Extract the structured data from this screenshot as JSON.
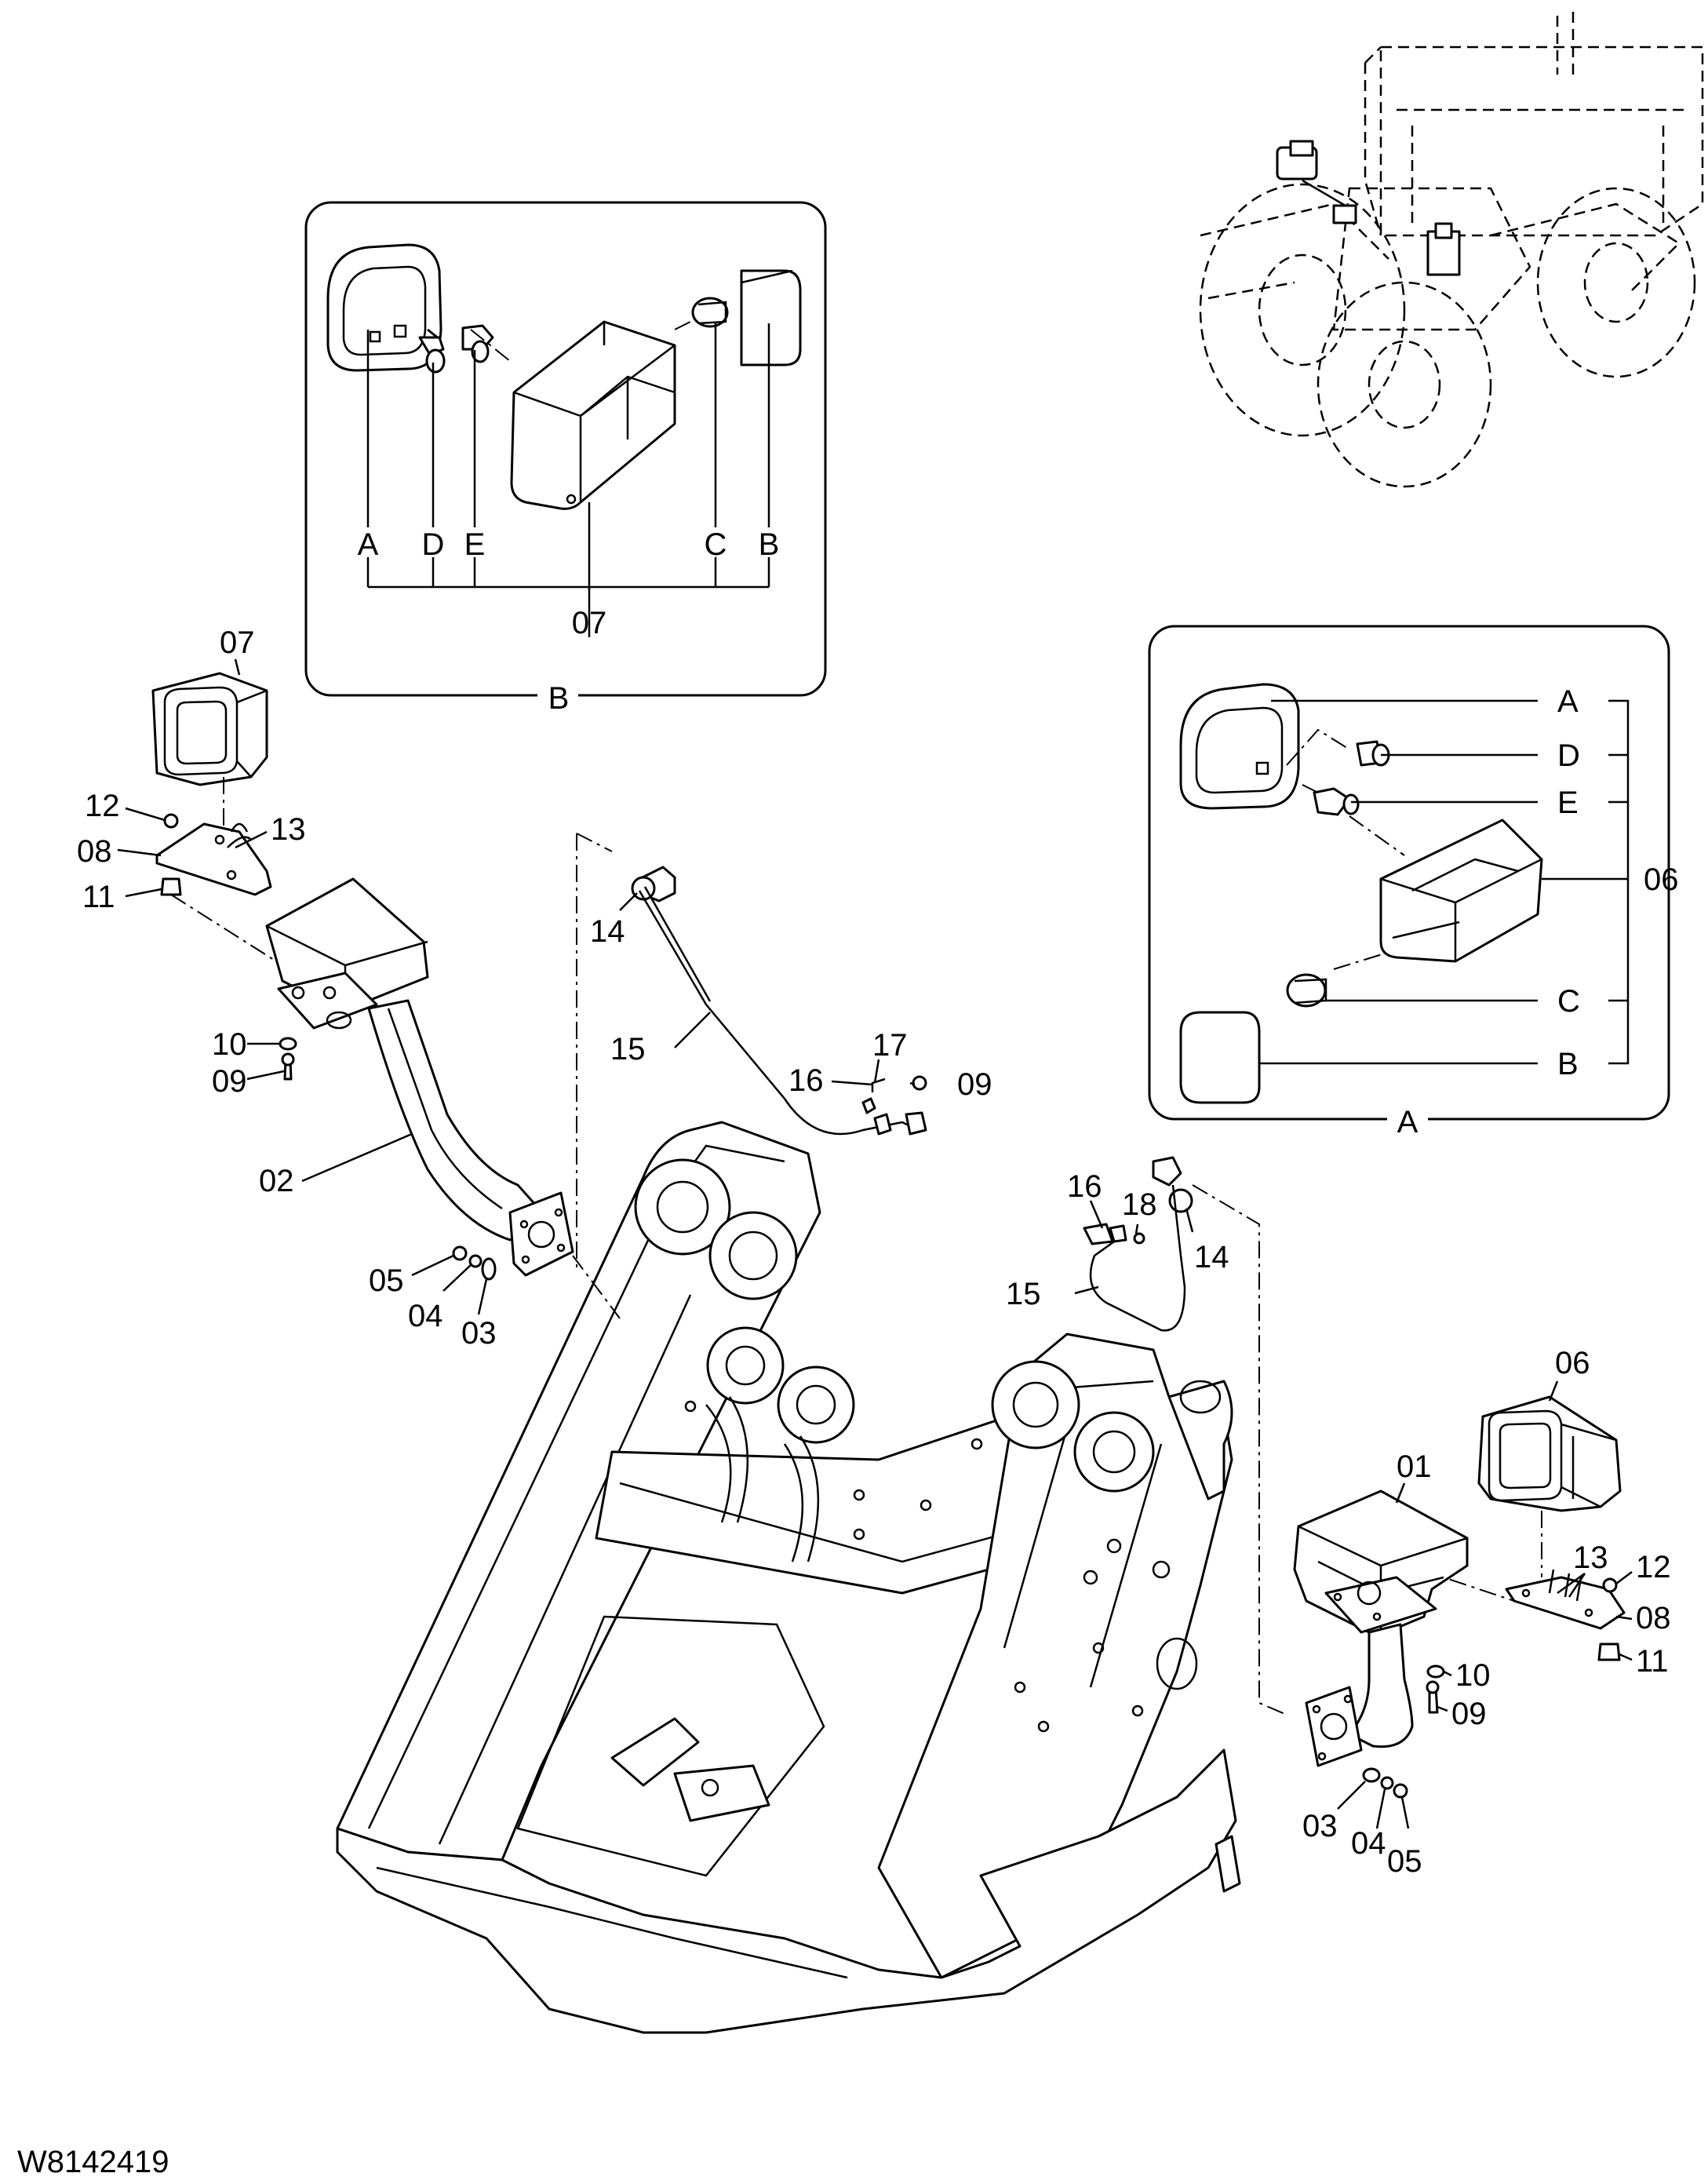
{
  "drawing_code": "W8142419",
  "detail_b": {
    "title": "B",
    "letters": [
      "A",
      "D",
      "E",
      "C",
      "B"
    ],
    "part": "07"
  },
  "detail_a": {
    "title": "A",
    "letters": [
      "A",
      "D",
      "E",
      "C",
      "B"
    ],
    "part": "06"
  },
  "callouts_left": {
    "lamp": "07",
    "nut": "12",
    "plate": "08",
    "harness_clip": "13",
    "grommet": "11",
    "washer": "10",
    "bolt": "09",
    "bracket": "02",
    "nut_lower": "05",
    "lock_washer": "04",
    "flat_washer": "03"
  },
  "callouts_center": {
    "clamp_left": "14",
    "harness_left": "15",
    "clip_left": "16",
    "band_left": "17",
    "bolt_left": "09",
    "clip_right": "16",
    "band_right": "18",
    "clamp_right": "14",
    "harness_right": "15"
  },
  "callouts_right": {
    "lamp": "06",
    "bracket": "01",
    "harness_clip": "13",
    "nut": "12",
    "plate": "08",
    "grommet": "11",
    "washer": "10",
    "bolt": "09",
    "flat_washer": "03",
    "lock_washer": "04",
    "nut_lower": "05"
  }
}
